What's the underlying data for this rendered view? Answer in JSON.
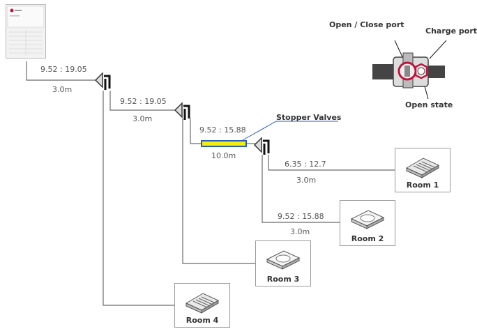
{
  "pipes": [
    {
      "size": "9.52 : 19.05",
      "length": "3.0m"
    },
    {
      "size": "9.52 : 19.05",
      "length": "3.0m"
    },
    {
      "size": "9.52 : 15.88",
      "length": "10.0m"
    },
    {
      "size": "6.35 : 12.7",
      "length": "3.0m"
    },
    {
      "size": "9.52 : 15.88",
      "length": "3.0m"
    }
  ],
  "rooms": [
    "Room 1",
    "Room 2",
    "Room 3",
    "Room 4"
  ],
  "callouts": {
    "stopper": "Stopper Valves",
    "open_close_port": "Open / Close port",
    "charge_port": "Charge port",
    "open_state": "Open state"
  },
  "outdoor_unit": {
    "brand": "LG"
  },
  "colors": {
    "pipe": "#6b6b6b",
    "valve_fill": "#f3ee12",
    "valve_border": "#2a5fb3",
    "callout_line": "#2a5fb3",
    "port_highlight": "#c0143c"
  },
  "icons": [
    "outdoor-unit-icon",
    "branch-pipe-icon",
    "ceiling-cassette-icon",
    "service-valve-icon"
  ]
}
